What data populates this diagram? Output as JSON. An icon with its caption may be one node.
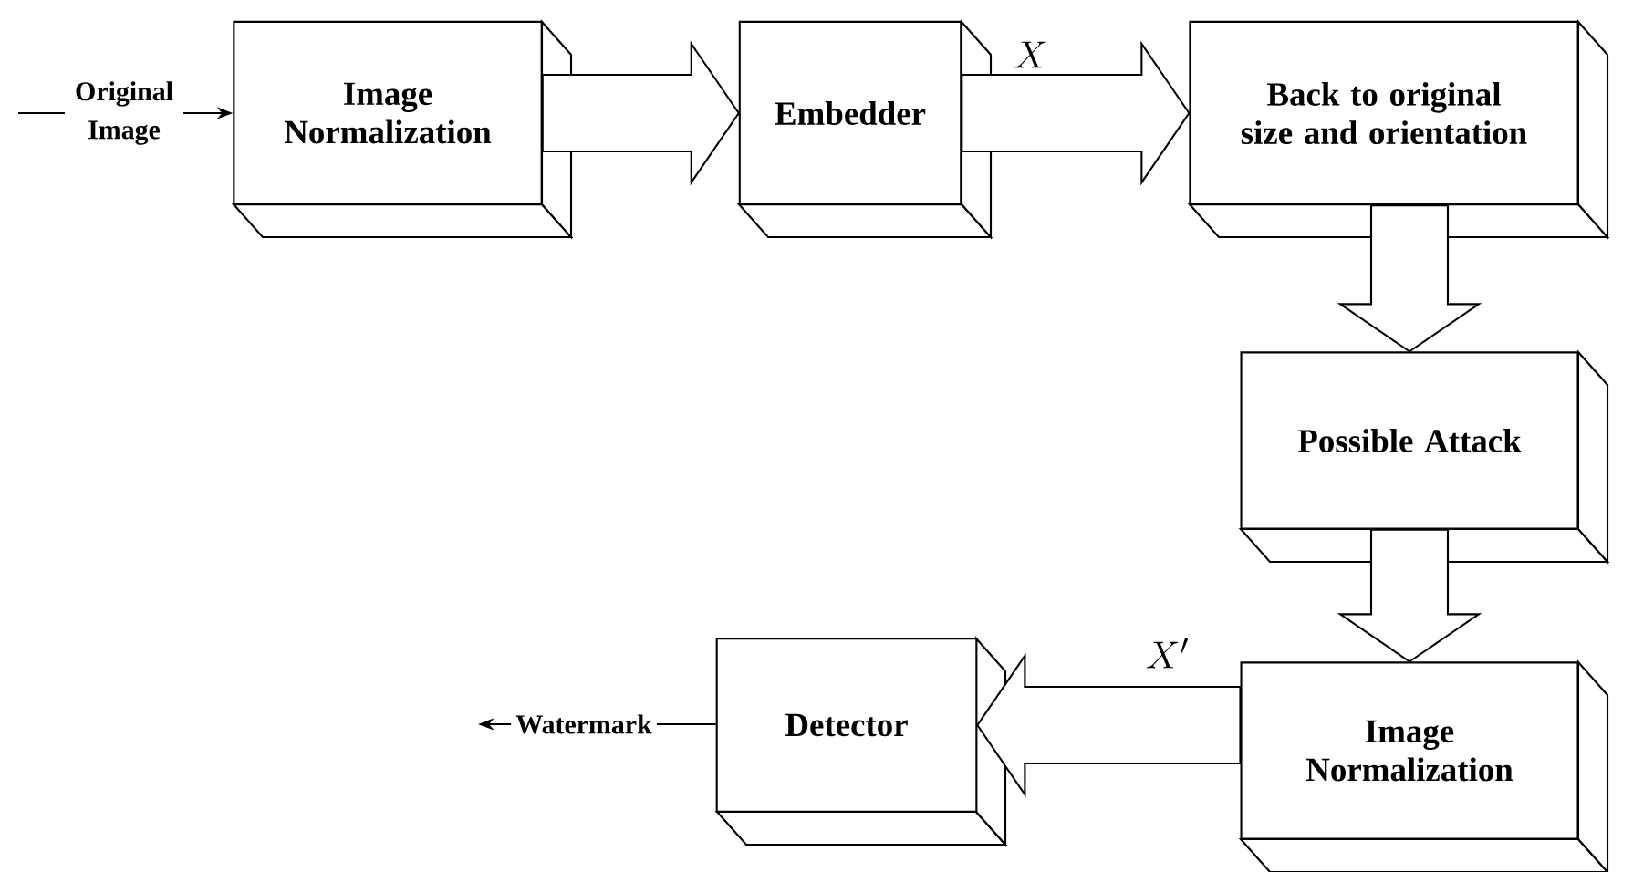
{
  "diagram": {
    "nodes": [
      {
        "text": [
          "Image Normalization"
        ]
      },
      {
        "text": [
          "Embedder"
        ]
      },
      {
        "text": [
          "Back to original size and orientation"
        ]
      },
      {
        "text": [
          "Possible Attack"
        ]
      },
      {
        "text": [
          "Image Normalization"
        ]
      },
      {
        "text": [
          "Detector"
        ]
      }
    ],
    "edges": [
      {
        "from": null,
        "to": 0,
        "arrow": "to",
        "label": "Original Image"
      },
      {
        "from": 0,
        "to": 1,
        "arrow": "to"
      },
      {
        "from": 1,
        "to": 2,
        "arrow": "to",
        "label": "X"
      },
      {
        "from": 2,
        "to": 3,
        "arrow": "to"
      },
      {
        "from": 3,
        "to": 4,
        "arrow": "to"
      },
      {
        "from": 4,
        "to": 5,
        "arrow": "to",
        "label": "X'"
      },
      {
        "from": 5,
        "to": null,
        "arrow": "to",
        "label": "Watermark"
      }
    ]
  }
}
